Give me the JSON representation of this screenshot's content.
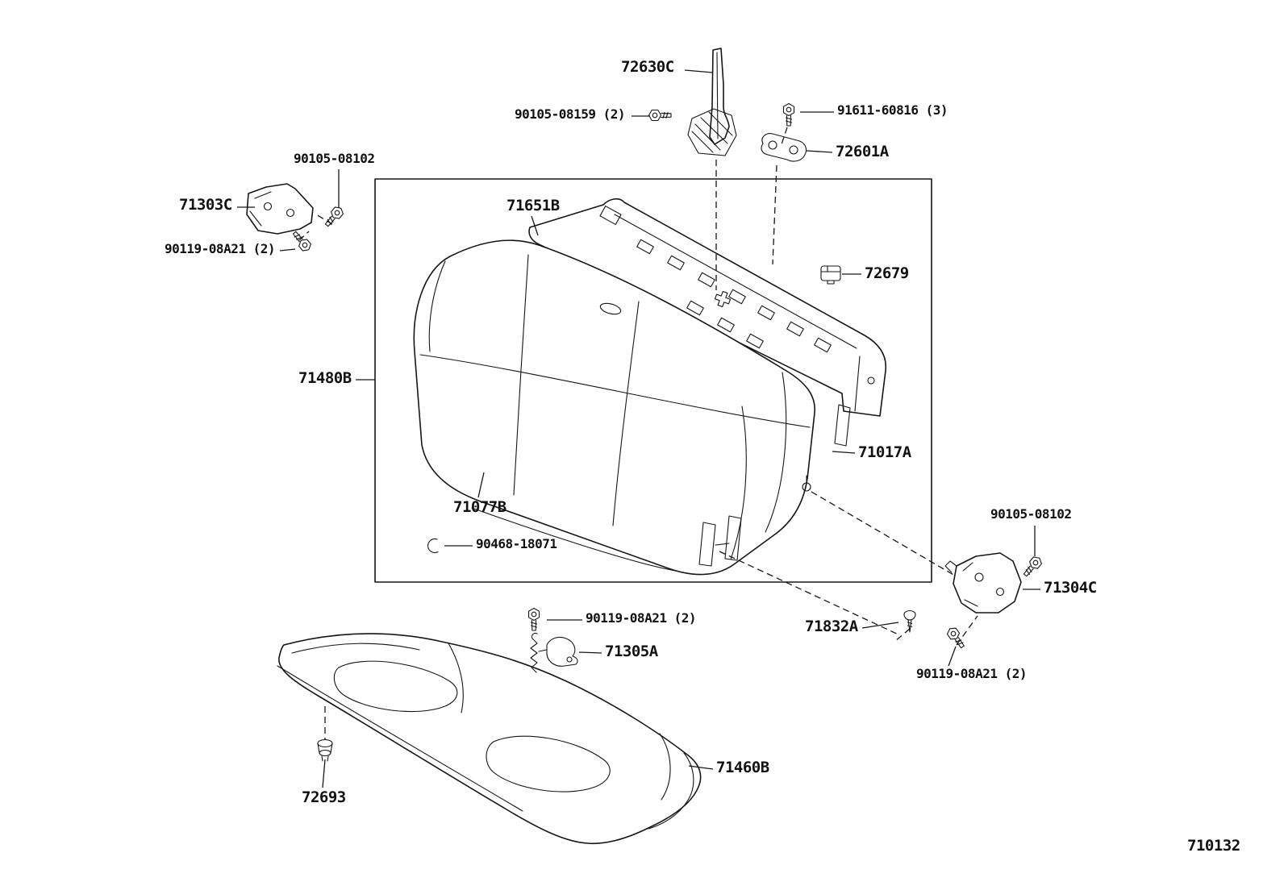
{
  "colors": {
    "line": "#161616",
    "background": "#ffffff"
  },
  "diagram_number": "710132",
  "labels": {
    "l_72630c": "72630C",
    "l_90105_08159": "90105-08159 (2)",
    "l_91611_60816": "91611-60816 (3)",
    "l_72601a": "72601A",
    "l_90105_08102_top": "90105-08102",
    "l_71303c": "71303C",
    "l_90119_08a21_left": "90119-08A21 (2)",
    "l_71651b": "71651B",
    "l_72679": "72679",
    "l_71480b": "71480B",
    "l_71017a": "71017A",
    "l_71077b": "71077B",
    "l_90468_18071": "90468-18071",
    "l_90105_08102_right": "90105-08102",
    "l_71304c": "71304C",
    "l_71832a": "71832A",
    "l_90119_08a21_mid": "90119-08A21 (2)",
    "l_71305a": "71305A",
    "l_90119_08a21_bottom": "90119-08A21 (2)",
    "l_72693": "72693",
    "l_71460b": "71460B"
  }
}
